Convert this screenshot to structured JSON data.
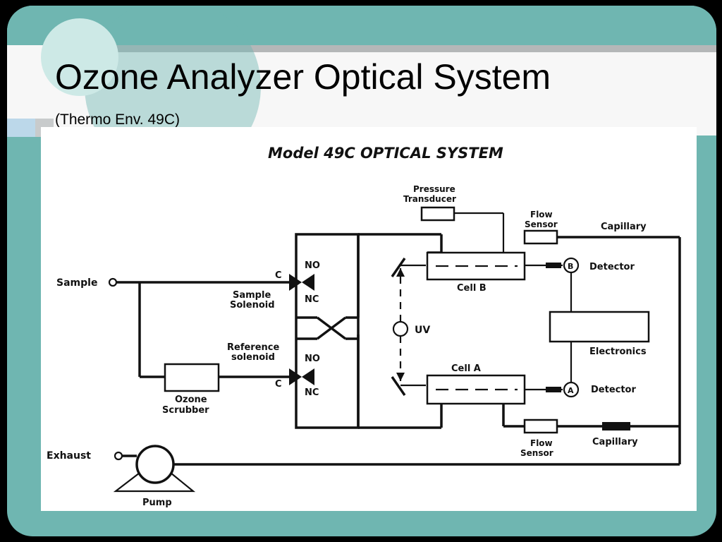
{
  "slide": {
    "title": "Ozone Analyzer Optical System",
    "subtitle": "(Thermo Env. 49C)",
    "accent_color": "#6fb6b1"
  },
  "diagram": {
    "heading": "Model 49C  OPTICAL SYSTEM",
    "labels": {
      "sample": "Sample",
      "exhaust": "Exhaust",
      "pump": "Pump",
      "ozone_scrubber_line1": "Ozone",
      "ozone_scrubber_line2": "Scrubber",
      "sample_solenoid_line1": "Sample",
      "sample_solenoid_line2": "Solenoid",
      "reference_solenoid_line1": "Reference",
      "reference_solenoid_line2": "solenoid",
      "valve_c_top": "C",
      "valve_c_bottom": "C",
      "no_top": "NO",
      "nc_top": "NC",
      "no_bottom": "NO",
      "nc_bottom": "NC",
      "pressure_transducer_line1": "Pressure",
      "pressure_transducer_line2": "Transducer",
      "flow_sensor_top_line1": "Flow",
      "flow_sensor_top_line2": "Sensor",
      "flow_sensor_bottom_line1": "Flow",
      "flow_sensor_bottom_line2": "Sensor",
      "capillary_top": "Capillary",
      "capillary_bottom": "Capillary",
      "cell_b": "Cell  B",
      "cell_a": "Cell  A",
      "uv": "UV",
      "detector_b": "Detector",
      "detector_a": "Detector",
      "detector_b_symbol": "B",
      "detector_a_symbol": "A",
      "electronics": "Electronics"
    }
  }
}
